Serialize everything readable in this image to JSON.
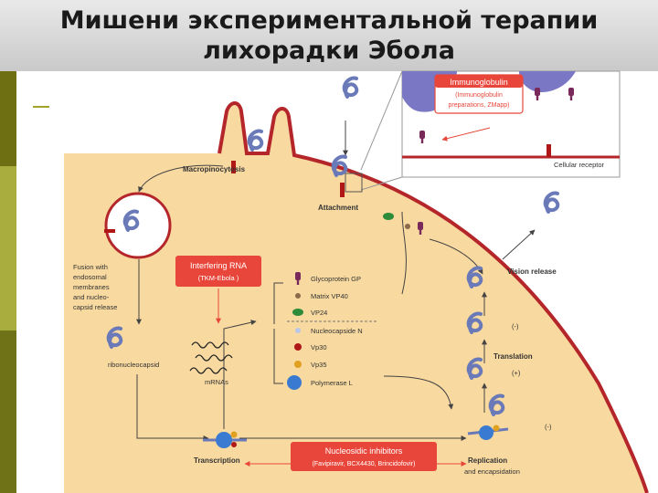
{
  "slide": {
    "title_line1": "Мишени экспериментальной терапии",
    "title_line2": "лихорадки Эбола"
  },
  "diagram": {
    "macropinocytosis": "Macropinocytosis",
    "attachment": "Attachment",
    "fusion": [
      "Fusion with",
      "endosomal",
      "membranes",
      "and nucleo-",
      "capsid release"
    ],
    "ribonucleocapsid": "ribonucleocapsid",
    "mrnas": "mRNAs",
    "transcription": "Transcription",
    "replication": "Replication",
    "encapsidation": "and encapsidation",
    "translation": "Translation",
    "vision_release": "Vision release",
    "cellular_receptor": "Cellular receptor",
    "minus1": "(-)",
    "plus": "(+)",
    "minus2": "(-)",
    "immunoglobulin_box": {
      "title": "Immunoglobulin",
      "line1": "(Immunoglobulin",
      "line2": "preparations, ZMapp)"
    },
    "interfering_box": {
      "title": "Interfering RNA",
      "line1": "(TKM-Ebola )"
    },
    "nucleosidic_box": {
      "title": "Nucleosidic inhibitors",
      "line1": "(Favipiravir, BCX4430, Brincidofovir)"
    },
    "legend": [
      {
        "label": "Glycoprotein GP",
        "color": "#7a2a5a"
      },
      {
        "label": "Matrix VP40",
        "color": "#8a6a4a"
      },
      {
        "label": "VP24",
        "color": "#2e8b3a"
      },
      {
        "label": "Nucleocapside N",
        "color": "#b8c8e8"
      },
      {
        "label": "Vp30",
        "color": "#b01818"
      },
      {
        "label": "Vp35",
        "color": "#e0a020"
      },
      {
        "label": "Polymerase L",
        "color": "#3a7ad0"
      }
    ],
    "colors": {
      "cell_fill": "#f8d9a0",
      "membrane": "#b4262a",
      "virus": "#6a7ab8",
      "callout_red": "#e8463a",
      "receptor": "#b01818",
      "inset_blob": "#7a78c4"
    }
  }
}
